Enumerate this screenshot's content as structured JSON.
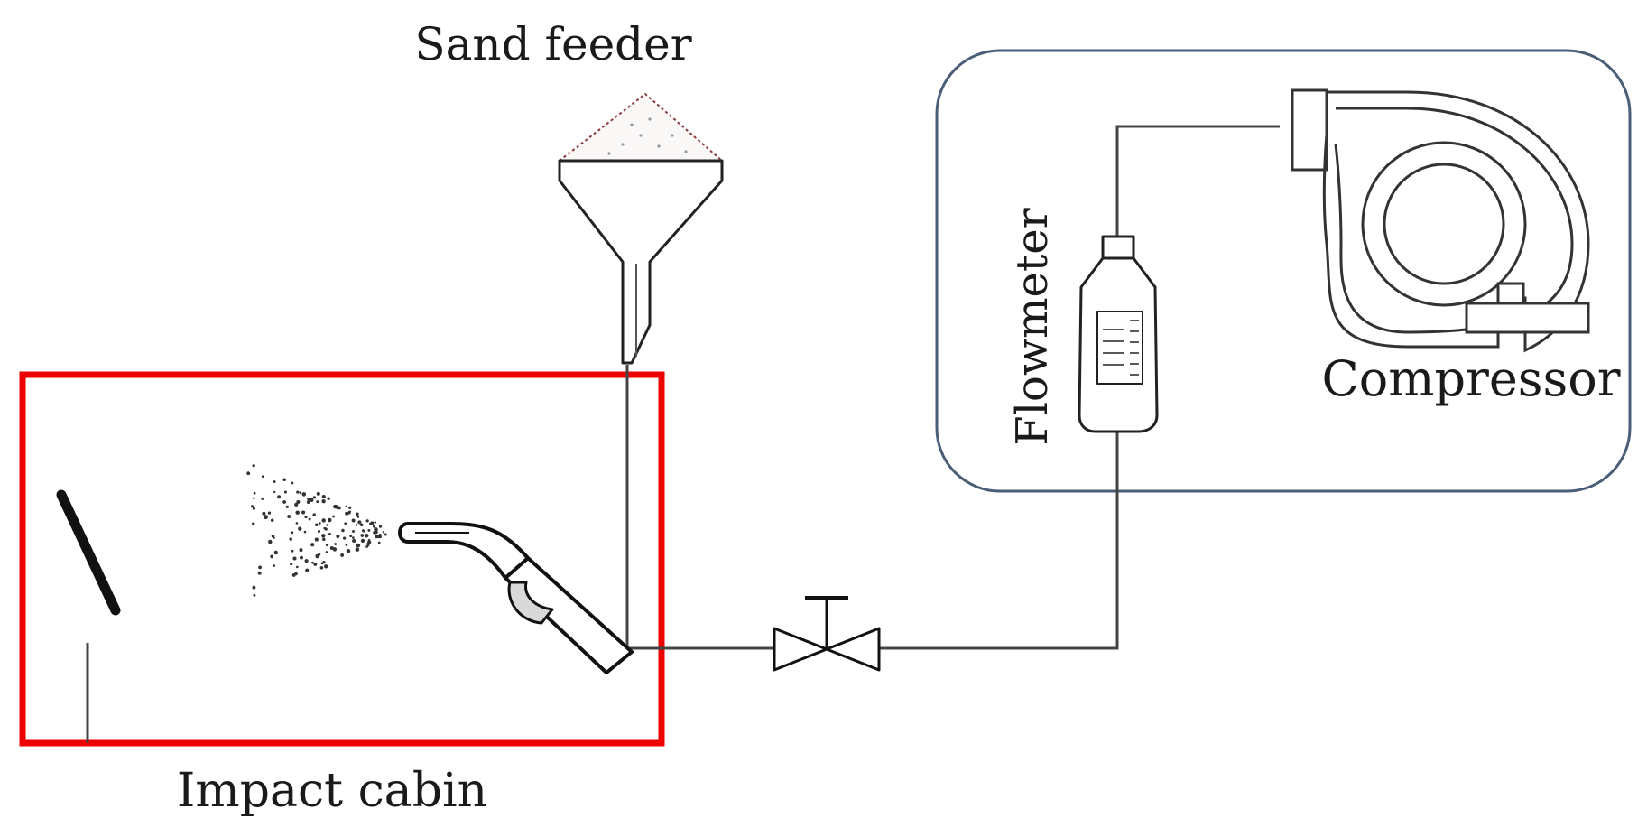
{
  "labels": {
    "sand_feeder": "Sand feeder",
    "flowmeter": "Flowmeter",
    "compressor": "Compressor",
    "impact_cabin": "Impact cabin"
  },
  "colors": {
    "cabin_border": "#ee0000",
    "compressor_enclosure": "#4a5e78",
    "line": "#444444",
    "sand": "#8a3a3a"
  }
}
